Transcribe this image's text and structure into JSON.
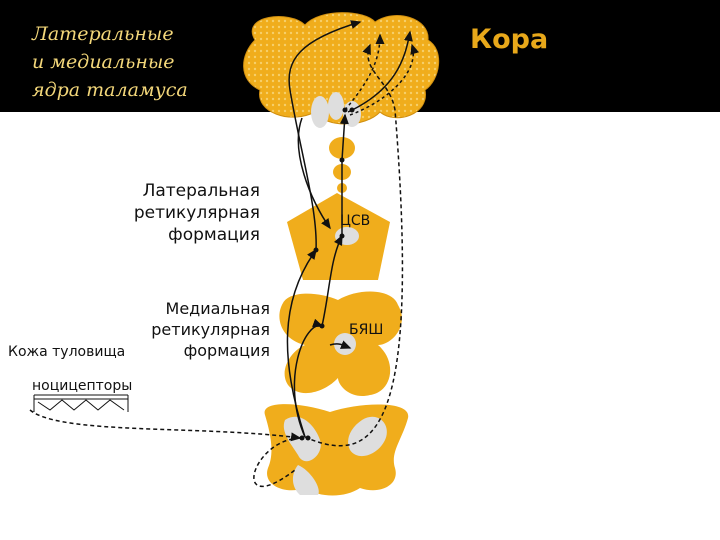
{
  "labels": {
    "thalamus_line1": "Латеральные",
    "thalamus_line2": "и медиальные",
    "thalamus_line3": "ядра таламуса",
    "cortex": "Кора",
    "lateral_rf_line1": "Латеральная",
    "lateral_rf_line2": "ретикулярная",
    "lateral_rf_line3": "формация",
    "medial_rf_line1": "Медиальная",
    "medial_rf_line2": "ретикулярная",
    "medial_rf_line3": "формация",
    "skin": "Кожа туловища",
    "nociceptors": "ноцицепторы",
    "csv": "ЦСВ",
    "byash": "БЯШ"
  },
  "colors": {
    "band": "#000000",
    "structure_fill": "#f0ad1c",
    "pale_fill": "#dedede",
    "thalamus_text": "#f3d77a",
    "cortex_text": "#e8a81a"
  }
}
